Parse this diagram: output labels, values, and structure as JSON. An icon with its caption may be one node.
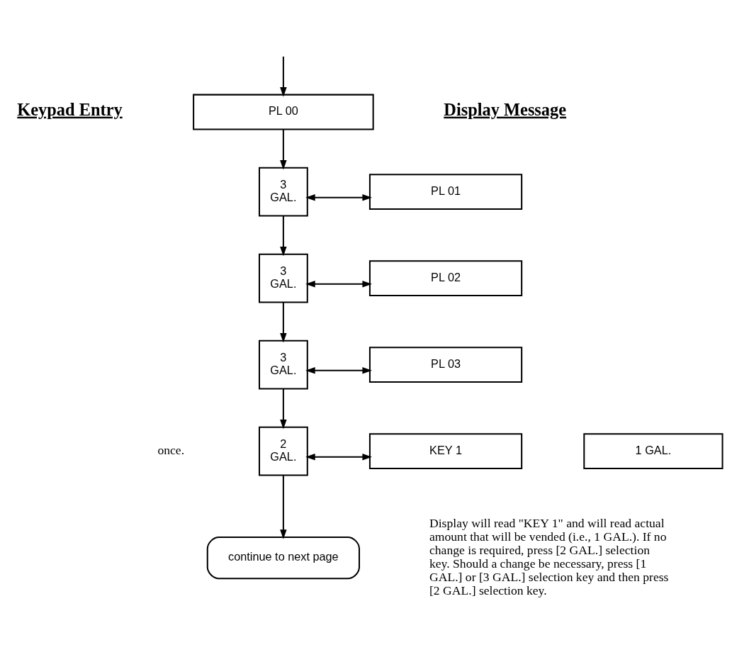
{
  "diagram": {
    "nodes": [
      {
        "text": [
          "PL 00"
        ]
      },
      {
        "text": [
          "3 GAL."
        ]
      },
      {
        "text": [
          "PL 01"
        ]
      },
      {
        "text": [
          "3 GAL."
        ]
      },
      {
        "text": [
          "PL 02"
        ]
      },
      {
        "text": [
          "3 GAL."
        ]
      },
      {
        "text": [
          "PL 03"
        ]
      },
      {
        "text": [
          "2 GAL."
        ]
      },
      {
        "text": [
          "KEY 1"
        ]
      },
      {
        "text": [
          "1 GAL."
        ]
      },
      {
        "text": [
          "continue to next page"
        ]
      }
    ],
    "edges": [
      {
        "from": null,
        "to": 0,
        "arrow": "to"
      },
      {
        "from": 0,
        "to": 1,
        "arrow": "to"
      },
      {
        "from": 1,
        "to": 2,
        "arrow": "both"
      },
      {
        "from": 1,
        "to": 3,
        "arrow": "to"
      },
      {
        "from": 3,
        "to": 4,
        "arrow": "both"
      },
      {
        "from": 3,
        "to": 5,
        "arrow": "to"
      },
      {
        "from": 5,
        "to": 6,
        "arrow": "both"
      },
      {
        "from": 5,
        "to": 7,
        "arrow": "to"
      },
      {
        "from": 7,
        "to": 8,
        "arrow": "both"
      },
      {
        "from": 7,
        "to": 10,
        "arrow": "to"
      }
    ],
    "labels": [
      "Keypad Entry",
      "Display Message",
      "once.",
      "Display will read \"KEY 1\" and will read actual amount that will be vended (i.e., 1 GAL.). If no change is required, press [2 GAL.] selection key. Should a change be necessary, press [1 GAL.] or [3 GAL.] selection key and then press [2 GAL.] selection key."
    ]
  }
}
